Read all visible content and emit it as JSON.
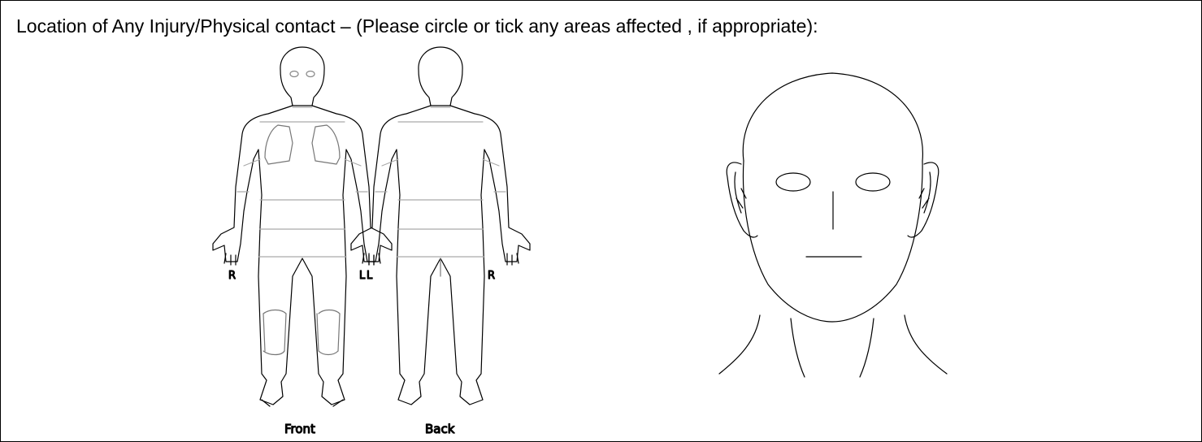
{
  "form": {
    "instruction": "Location of Any Injury/Physical contact – (Please circle or tick any areas affected , if appropriate):"
  },
  "body_diagram": {
    "front": {
      "caption": "Front",
      "right_label": "R",
      "left_label": "L"
    },
    "back": {
      "caption": "Back",
      "left_label": "L",
      "right_label": "R"
    }
  },
  "head_diagram": {}
}
